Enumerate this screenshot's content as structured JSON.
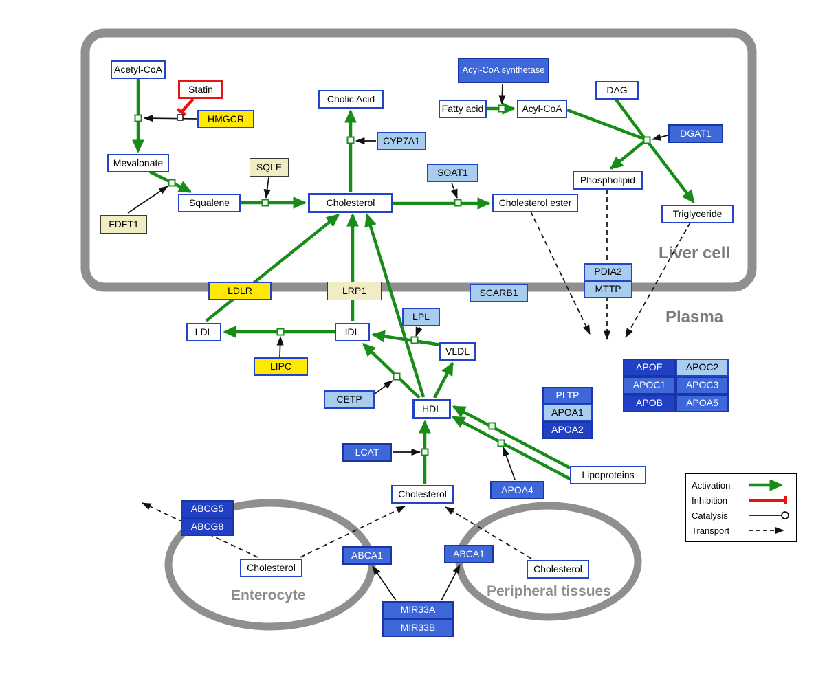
{
  "regions": {
    "liver_cell": "Liver cell",
    "plasma": "Plasma",
    "enterocyte": "Enterocyte",
    "peripheral_tissues": "Peripheral tissues"
  },
  "legend": {
    "activation": "Activation",
    "inhibition": "Inhibition",
    "catalysis": "Catalysis",
    "transport": "Transport"
  },
  "nodes": {
    "acetyl_coa": "Acetyl-CoA",
    "statin": "Statin",
    "hmgcr": "HMGCR",
    "mevalonate": "Mevalonate",
    "sqle": "SQLE",
    "fdft1": "FDFT1",
    "squalene": "Squalene",
    "cholesterol_liver": "Cholesterol",
    "cholic_acid": "Cholic Acid",
    "cyp7a1": "CYP7A1",
    "soat1": "SOAT1",
    "cholesterol_ester": "Cholesterol ester",
    "acyl_coa_synthetase": "Acyl-CoA synthetase",
    "fatty_acid": "Fatty acid",
    "acyl_coa2": "Acyl-CoA",
    "dag": "DAG",
    "dgat1": "DGAT1",
    "phospholipid": "Phospholipid",
    "triglyceride": "Triglyceride",
    "pdia2": "PDIA2",
    "mttp": "MTTP",
    "ldlr": "LDLR",
    "lrp1": "LRP1",
    "scarb1": "SCARB1",
    "ldl": "LDL",
    "idl": "IDL",
    "lipc": "LIPC",
    "lpl": "LPL",
    "vldl": "VLDL",
    "cetp": "CETP",
    "hdl": "HDL",
    "lcat": "LCAT",
    "pltp": "PLTP",
    "apoa1": "APOA1",
    "apoa2": "APOA2",
    "apoa4": "APOA4",
    "lipoproteins": "Lipoproteins",
    "cholesterol_plasma": "Cholesterol",
    "apoe": "APOE",
    "apoc2": "APOC2",
    "apoc1": "APOC1",
    "apoc3": "APOC3",
    "apob": "APOB",
    "apoa5": "APOA5",
    "abcg5": "ABCG5",
    "abcg8": "ABCG8",
    "cholesterol_enterocyte": "Cholesterol",
    "abca1_enterocyte": "ABCA1",
    "abca1_peripheral": "ABCA1",
    "cholesterol_peripheral": "Cholesterol",
    "mir33a": "MIR33A",
    "mir33b": "MIR33B"
  },
  "colors": {
    "activation_green": "#178c17",
    "inhibition_red": "#ee1111",
    "membrane_gray": "#8f8f8f",
    "metabolite_border_blue": "#2343c9",
    "enzyme_yellow": "#ffe808",
    "enzyme_cream": "#f0edc4",
    "protein_light_blue": "#a9cdee",
    "protein_medium_blue": "#3e68d9",
    "protein_dark_blue": "#2140c4"
  }
}
